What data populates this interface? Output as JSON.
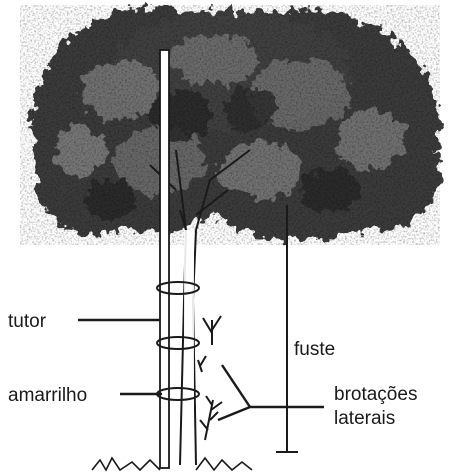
{
  "labels": {
    "tutor": "tutor",
    "amarrilho": "amarrilho",
    "fuste": "fuste",
    "brotacoes_line1": "brotações",
    "brotacoes_line2": "laterais"
  },
  "colors": {
    "ink": "#1a1a1a",
    "foliage_dark": "#2e2e2e",
    "foliage_mid": "#5a5a5a",
    "foliage_light": "#9a9a9a",
    "background": "#ffffff"
  }
}
